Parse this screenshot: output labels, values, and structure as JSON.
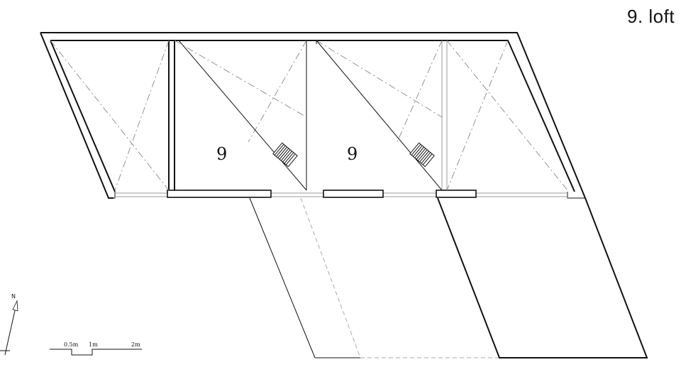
{
  "title": "9. loft",
  "rooms": [
    {
      "label": "9"
    },
    {
      "label": "9"
    }
  ],
  "scale_bar": {
    "labels": [
      "0.5m",
      "1m",
      "2m"
    ]
  },
  "north": {
    "label": "N"
  }
}
